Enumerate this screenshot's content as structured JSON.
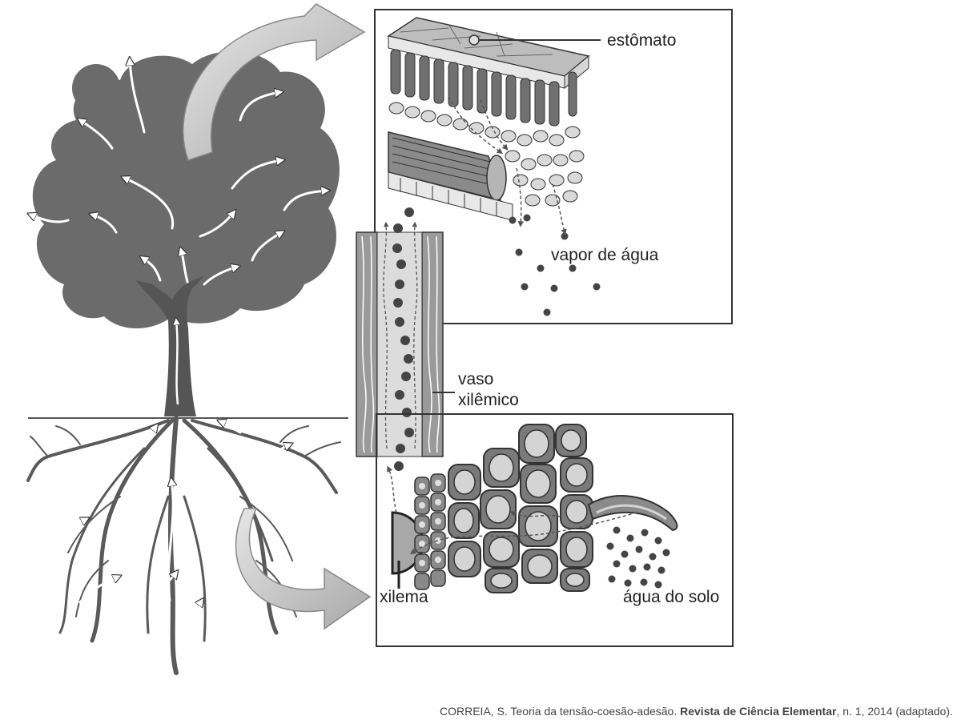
{
  "labels": {
    "stoma": "estômato",
    "vapor": "vapor de água",
    "vessel_line1": "vaso",
    "vessel_line2": "xilêmico",
    "xylem": "xilema",
    "soil_water": "água do solo"
  },
  "citation": {
    "prefix": "CORREIA, S. Teoria da tensão-coesão-adesão. ",
    "journal": "Revista de Ciência Elementar",
    "suffix": ", n. 1, 2014 (adaptado)."
  },
  "colors": {
    "canopy": "#6b6b6b",
    "trunk": "#555555",
    "frame": "#333333",
    "cell_fill": "#c8c8c8",
    "droplet": "#444444",
    "flow_arrow": "#bdbdbd"
  },
  "icons": {
    "flow_arrow": "curved-arrow-icon",
    "transpiration_arrow": "small-white-arrow-icon"
  }
}
